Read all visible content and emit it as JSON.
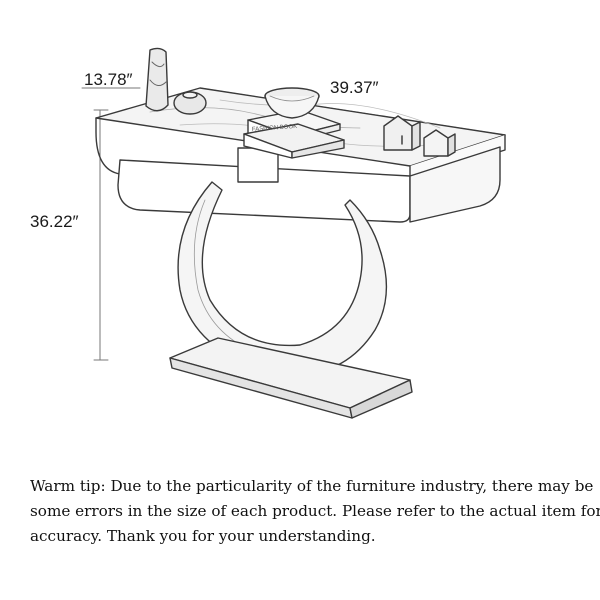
{
  "dimensions": {
    "depth": "13.78″",
    "width": "39.37″",
    "height": "36.22″"
  },
  "book_spine_text": "FASHION BOOK",
  "note": {
    "lines": [
      "Warm tip: Due to the particularity of the furniture industry, there may be",
      "some errors in the size of each product. Please refer to the actual item for",
      "accuracy. Thank you for your understanding."
    ]
  }
}
